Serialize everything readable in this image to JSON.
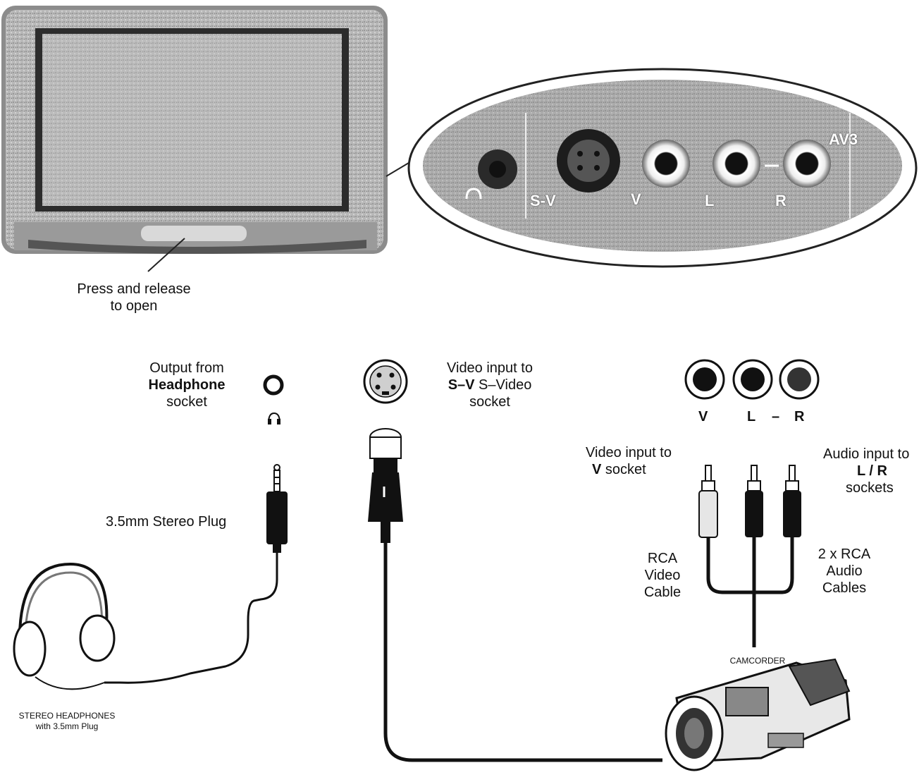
{
  "tv": {
    "caption_line1": "Press and release",
    "caption_line2": "to open"
  },
  "panel": {
    "label_sv": "S-V",
    "label_v": "V",
    "label_l": "L",
    "label_r": "R",
    "label_av": "AV3"
  },
  "headphone_output": {
    "line1": "Output from",
    "line2_bold": "Headphone",
    "line3": "socket"
  },
  "svideo_input": {
    "line1": "Video input to",
    "line2_bold": "S–V",
    "line2_rest": " S–Video",
    "line3": "socket"
  },
  "rca_jacks": {
    "v": "V",
    "l": "L",
    "dash": "–",
    "r": "R"
  },
  "video_input_v": {
    "line1": "Video input to",
    "line2_bold": "V",
    "line2_rest": " socket"
  },
  "audio_input": {
    "line1": "Audio input to",
    "line2_bold": "L / R",
    "line3": "sockets"
  },
  "plug_label": "3.5mm Stereo Plug",
  "rca_video_cable": {
    "line1": "RCA",
    "line2": "Video",
    "line3": "Cable"
  },
  "rca_audio_cables": {
    "line1": "2 x RCA",
    "line2": "Audio",
    "line3": "Cables"
  },
  "camcorder_label": "CAMCORDER",
  "headphones": {
    "line1": "STEREO HEADPHONES",
    "line2": "with 3.5mm Plug"
  }
}
